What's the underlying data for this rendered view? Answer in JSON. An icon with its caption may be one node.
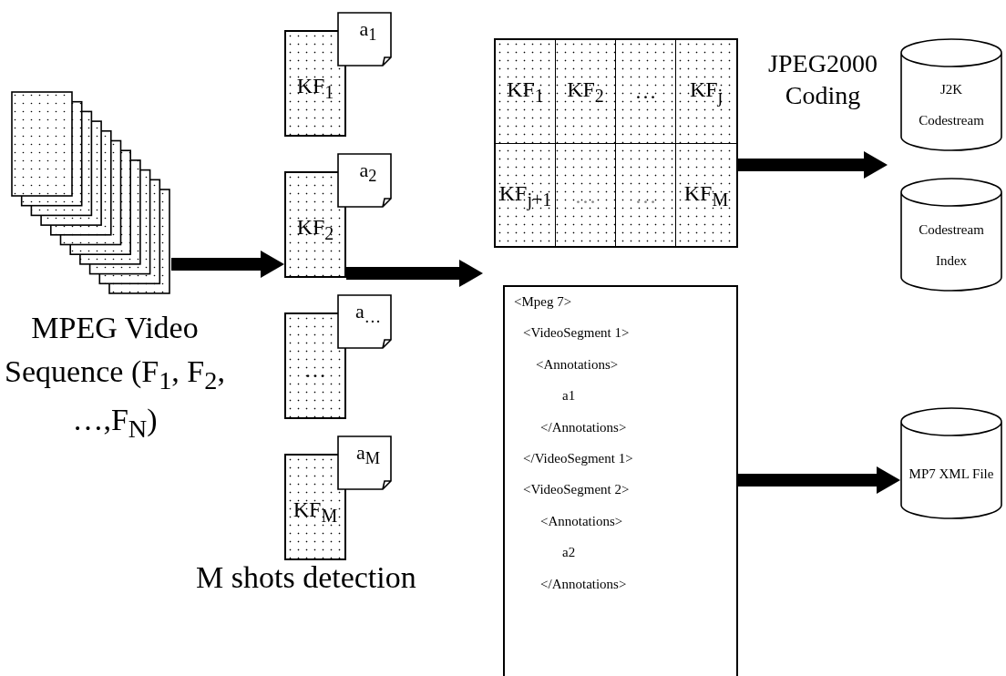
{
  "diagram": {
    "nodes": [
      {
        "text": [],
        "shape": "box",
        "beside": [
          "MPEG Video Sequence (F$_{1}$, F$_{2}$, …,F$_{N}$)"
        ]
      },
      {
        "text": [
          "KF$_{1}$"
        ]
      },
      {
        "text": [
          "a$_{1}$"
        ]
      },
      {
        "text": [
          "KF$_{2}$"
        ]
      },
      {
        "text": [
          "a$_{2}$"
        ]
      },
      {
        "text": [
          "…"
        ]
      },
      {
        "text": [
          "a$_{…}$"
        ]
      },
      {
        "text": [
          "KF$_{M}$"
        ]
      },
      {
        "text": [
          "a$_{M}$"
        ]
      },
      {
        "text": [],
        "shape": "box"
      },
      {
        "text": [
          "KF$_{1}$"
        ],
        "in": 9
      },
      {
        "text": [
          "KF$_{2}$"
        ],
        "in": 9
      },
      {
        "text": [
          "…"
        ],
        "in": 9
      },
      {
        "text": [
          "KF$_{j}$"
        ],
        "in": 9
      },
      {
        "text": [
          "KF$_{j+1}$"
        ],
        "in": 9
      },
      {
        "text": [
          "…"
        ],
        "in": 9
      },
      {
        "text": [
          "…"
        ],
        "in": 9
      },
      {
        "text": [
          "KF$_{M}$"
        ],
        "in": 9
      },
      {
        "text": [
          "<Mpeg 7>",
          "<VideoSegment 1>",
          "<Annotations>",
          "a1",
          "</Annotations>",
          "</VideoSegment 1>",
          "<VideoSegment 2>",
          "<Annotations>",
          "a2",
          "</Annotations>"
        ]
      },
      {
        "text": [
          "J2K Codestream"
        ]
      },
      {
        "text": [
          "Codestream Index"
        ]
      },
      {
        "text": [
          "MP7 XML File"
        ]
      }
    ],
    "edges": [
      {
        "from": 0,
        "to": 3,
        "arrow": "to"
      },
      {
        "from": 3,
        "to": 9,
        "arrow": "to"
      },
      {
        "from": 3,
        "to": 18,
        "arrow": "to"
      },
      {
        "from": 9,
        "to": 19,
        "arrow": "to",
        "label": "JPEG2000 Coding"
      },
      {
        "from": 9,
        "to": 20,
        "arrow": "to"
      },
      {
        "from": 18,
        "to": 21,
        "arrow": "to"
      }
    ],
    "labels": [
      "M shots detection"
    ]
  }
}
